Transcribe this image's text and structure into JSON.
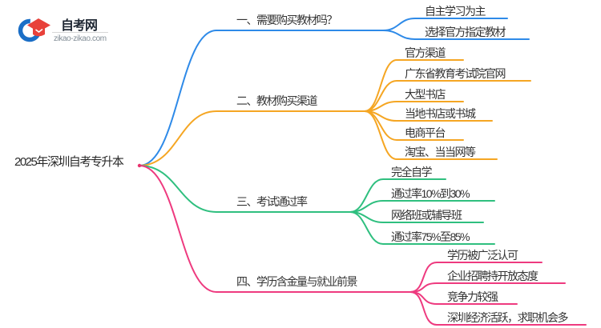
{
  "logo": {
    "title": "自考网",
    "domain": "zikao-zikao.com",
    "icon": "graduation-cap-icon",
    "icon_colors": {
      "crescent_blue": "#1a6ec6",
      "cap_red": "#e8413a"
    }
  },
  "root": {
    "label": "2025年深圳自考专升本"
  },
  "branches": [
    {
      "label": "一、需要购买教材吗？",
      "color": "#2e8ae8",
      "children": [
        {
          "label": "自主学习为主"
        },
        {
          "label": "选择官方指定教材"
        }
      ]
    },
    {
      "label": "二、教材购买渠道",
      "color": "#f5a623",
      "children": [
        {
          "label": "官方渠道"
        },
        {
          "label": "广东省教育考试院官网"
        },
        {
          "label": "大型书店"
        },
        {
          "label": "当地书店或书城"
        },
        {
          "label": "电商平台"
        },
        {
          "label": "淘宝、当当网等"
        }
      ]
    },
    {
      "label": "三、考试通过率",
      "color": "#2fbf7f",
      "children": [
        {
          "label": "完全自学"
        },
        {
          "label": "通过率10%到30%"
        },
        {
          "label": "网络班或辅导班"
        },
        {
          "label": "通过率75%至85%"
        }
      ]
    },
    {
      "label": "四、学历含金量与就业前景",
      "color": "#ee3a7f",
      "children": [
        {
          "label": "学历被广泛认可"
        },
        {
          "label": "企业招聘持开放态度"
        },
        {
          "label": "竞争力较强"
        },
        {
          "label": "深圳经济活跃，求职机会多"
        }
      ]
    }
  ]
}
